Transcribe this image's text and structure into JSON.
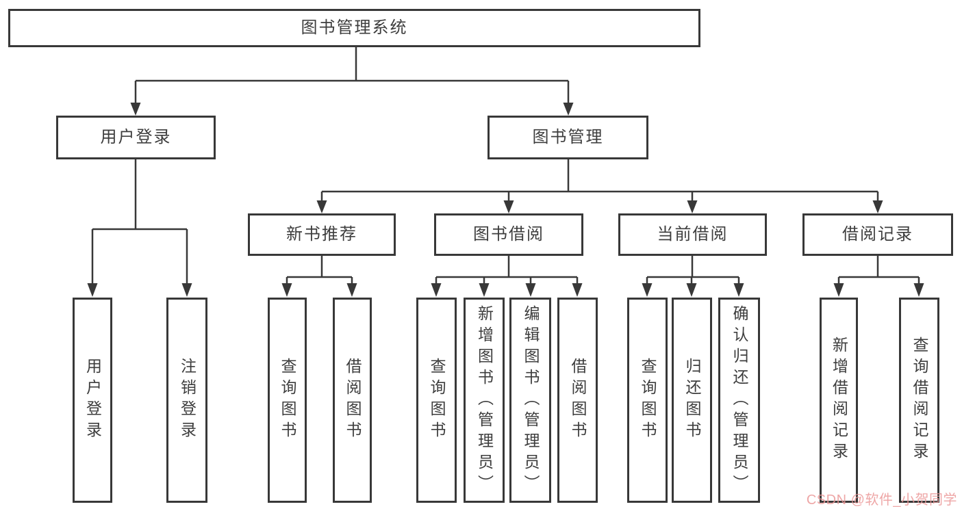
{
  "diagram_title": "图书管理系统",
  "tree": {
    "label": "图书管理系统",
    "children": [
      {
        "label": "用户登录",
        "children": [
          {
            "label": "用户登录"
          },
          {
            "label": "注销登录"
          }
        ]
      },
      {
        "label": "图书管理",
        "children": [
          {
            "label": "新书推荐",
            "children": [
              {
                "label": "查询图书"
              },
              {
                "label": "借阅图书"
              }
            ]
          },
          {
            "label": "图书借阅",
            "children": [
              {
                "label": "查询图书"
              },
              {
                "label": "新增图书（管理员）"
              },
              {
                "label": "编辑图书（管理员）"
              },
              {
                "label": "借阅图书"
              }
            ]
          },
          {
            "label": "当前借阅",
            "children": [
              {
                "label": "查询图书"
              },
              {
                "label": "归还图书"
              },
              {
                "label": "确认归还（管理员）"
              }
            ]
          },
          {
            "label": "借阅记录",
            "children": [
              {
                "label": "新增借阅记录"
              },
              {
                "label": "查询借阅记录"
              }
            ]
          }
        ]
      }
    ]
  },
  "watermark": {
    "text": "CSDN @软件_小贺同学",
    "color": "rgba(235,150,150,0.85)"
  },
  "colors": {
    "line": "#383838",
    "border": "#383838",
    "text": "#3d3d3d",
    "background": "#ffffff"
  }
}
